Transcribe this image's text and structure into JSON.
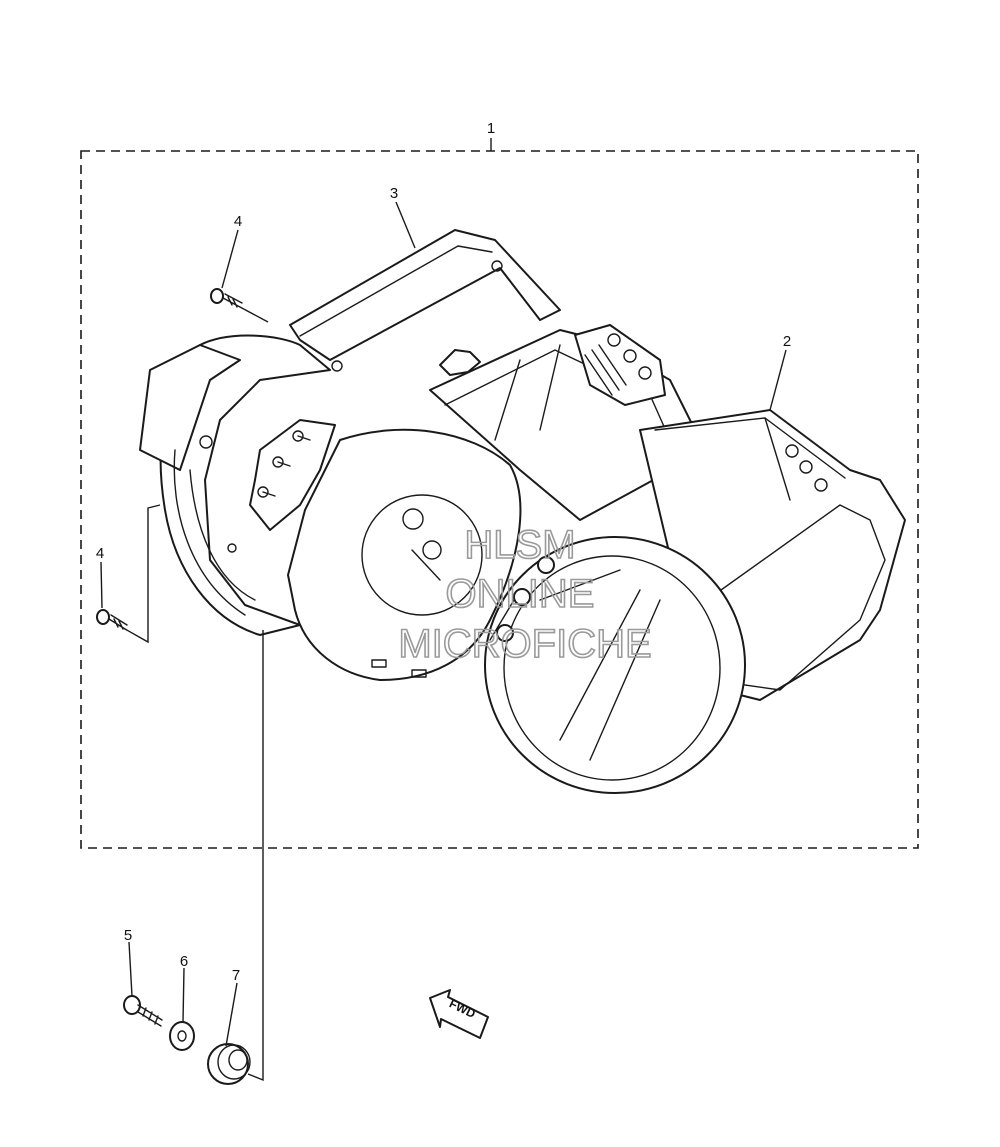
{
  "callouts": {
    "c1": "1",
    "c2": "2",
    "c3": "3",
    "c4a": "4",
    "c4b": "4",
    "c5": "5",
    "c6": "6",
    "c7": "7"
  },
  "direction_arrow": {
    "label": "FWD",
    "icon": "arrow-icon"
  },
  "watermark": {
    "line1": "HLSM",
    "line2": "ONLINE",
    "line3": "MICROFICHE",
    "color": "#9a9a9a"
  },
  "colors": {
    "line": "#1a1a1a",
    "background": "#ffffff"
  }
}
